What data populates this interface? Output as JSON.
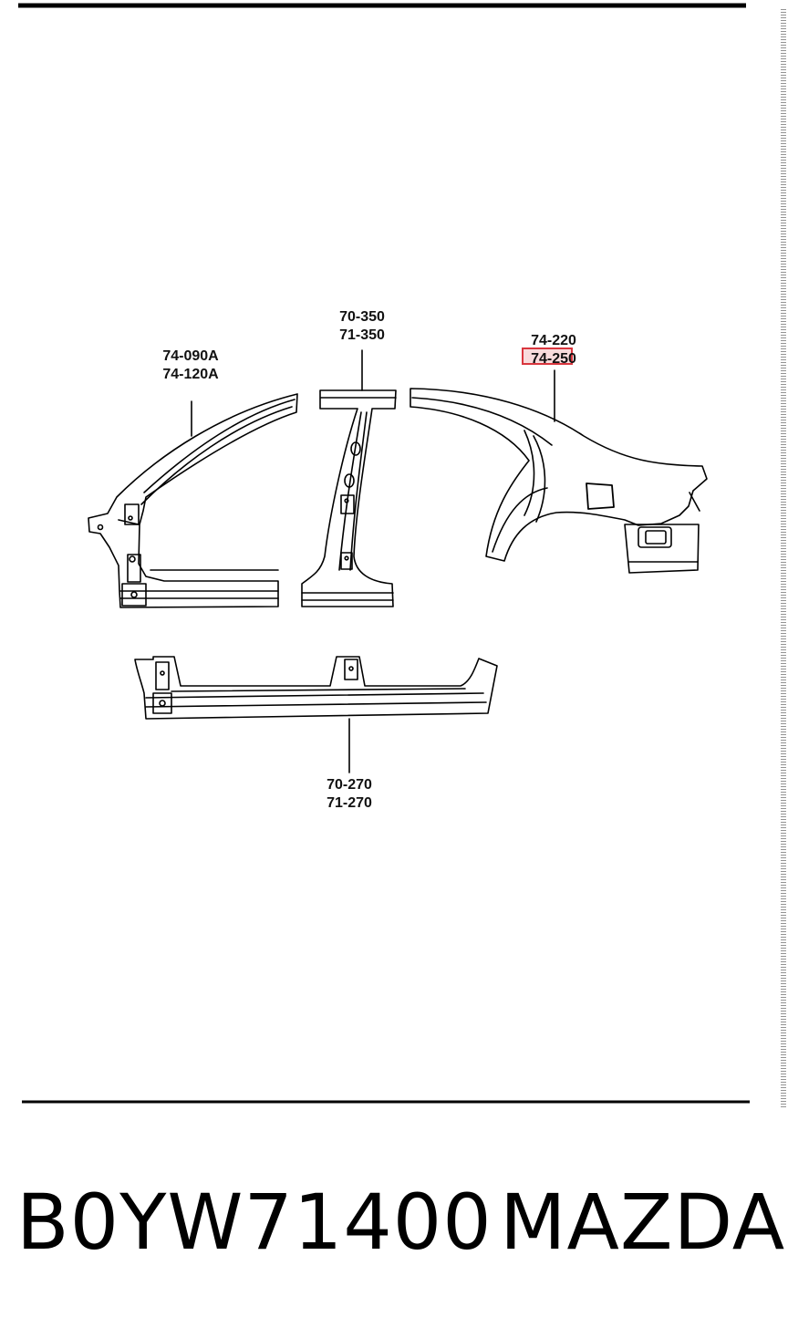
{
  "labels": {
    "a_pillar": [
      "74-090A",
      "74-120A"
    ],
    "b_pillar": [
      "70-350",
      "71-350"
    ],
    "rear_panel": [
      "74-220",
      "74-250"
    ],
    "sill": [
      "70-270",
      "71-270"
    ]
  },
  "highlighted_part": "74-250",
  "highlight_color": "#d9363e",
  "footer": {
    "part_number": "B0YW71400",
    "brand": "MAZDA"
  }
}
